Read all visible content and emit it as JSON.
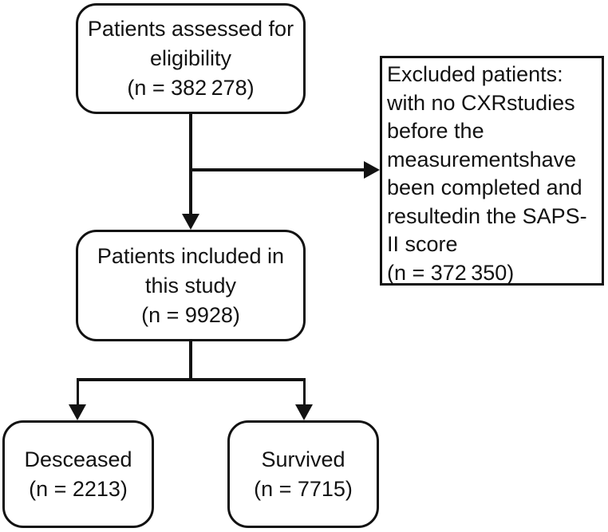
{
  "diagram": {
    "type": "flowchart",
    "description": "Patient selection flow diagram (CONSORT-style)",
    "background_color": "#ffffff",
    "line_color": "#121212",
    "node_fill_color": "#ffffff",
    "nodes": {
      "eligibility": {
        "text": "Patients assessed for\neligibility\n(n = 382 278)",
        "label": "Patients assessed for eligibility",
        "n": "382 278",
        "shape": "rounded-rectangle"
      },
      "excluded": {
        "text": "Excluded patients:\nwith no CXRstudies\nbefore the\nmeasurementshave\nbeen completed and\nresultedin the SAPS-\nII score\n(n = 372 350)",
        "label": "Excluded patients: with no CXRstudies before the measurementshave been completed and resultedin the SAPS-II score",
        "n": "372 350",
        "shape": "rectangle"
      },
      "included": {
        "text": "Patients included in\nthis study\n(n = 9928)",
        "label": "Patients included in this study",
        "n": "9928",
        "shape": "rounded-rectangle"
      },
      "deceased": {
        "text": "Desceased\n(n = 2213)",
        "label": "Desceased",
        "n": "2213",
        "shape": "rounded-rectangle"
      },
      "survived": {
        "text": "Survived\n(n = 7715)",
        "label": "Survived",
        "n": "7715",
        "shape": "rounded-rectangle"
      }
    },
    "edges": [
      {
        "from": "eligibility",
        "to": "included",
        "type": "arrow"
      },
      {
        "from": "eligibility",
        "to": "excluded",
        "type": "arrow"
      },
      {
        "from": "included",
        "to": "deceased",
        "type": "arrow"
      },
      {
        "from": "included",
        "to": "survived",
        "type": "arrow"
      }
    ]
  }
}
